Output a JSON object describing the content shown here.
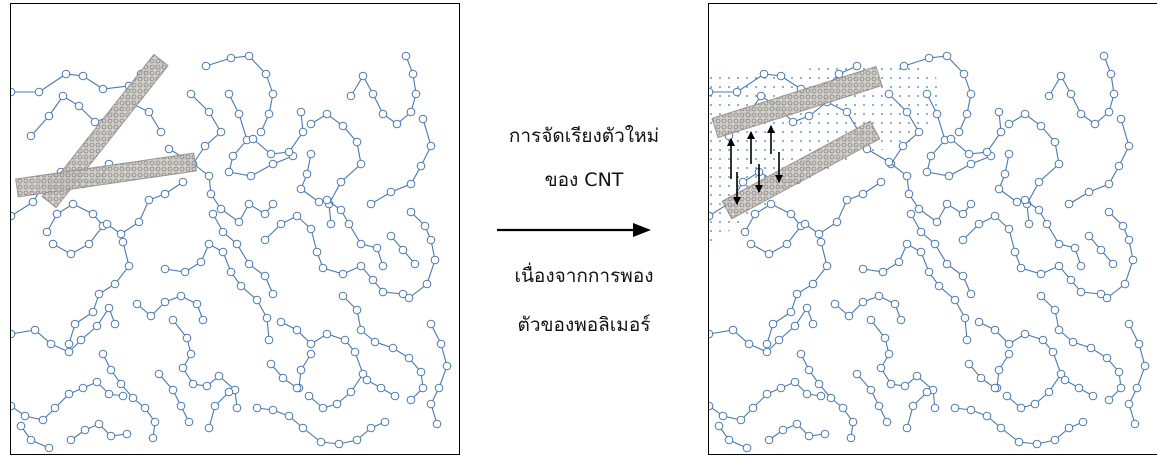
{
  "caption": {
    "line1": "การจัดเรียงตัวใหม่",
    "line2": "ของ CNT",
    "line3": "เนื่องจากการพอง",
    "line4": "ตัวของพอลิเมอร์"
  },
  "colors": {
    "chain": "#4a78b0",
    "tube": "#9e9a96",
    "dots": "#3b78b5",
    "frame": "#000000"
  }
}
